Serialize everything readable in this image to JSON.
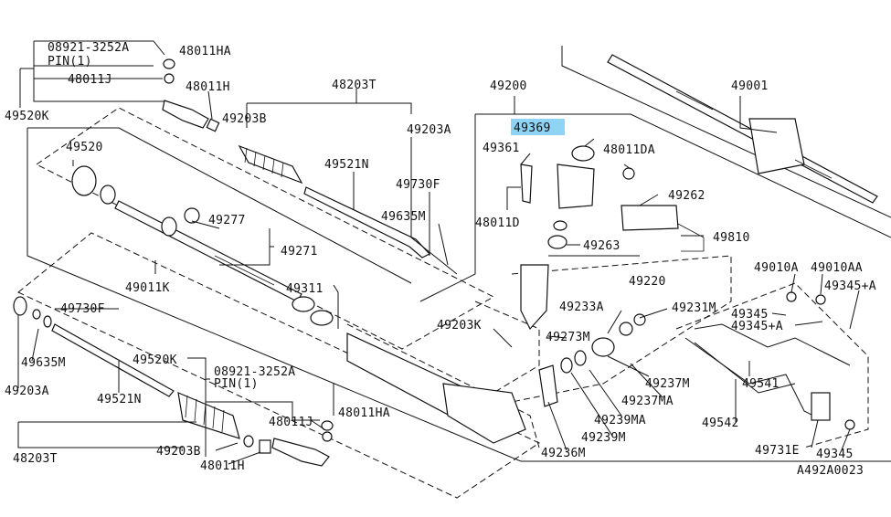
{
  "labels": {
    "p08921_top": "08921-3252A",
    "pin_top": "PIN(1)",
    "p48011HA_top": "48011HA",
    "p48011J_top": "48011J",
    "p48011H_top": "48011H",
    "p49520K_top": "49520K",
    "p48203T_top": "48203T",
    "p49203B_top": "49203B",
    "p49203A_top": "49203A",
    "p49520_top": "49520",
    "p49521N_top": "49521N",
    "p49730F_top": "49730F",
    "p49635M_top": "49635M",
    "p49277": "49277",
    "p49271": "49271",
    "p49011K": "49011K",
    "p49311": "49311",
    "p49200": "49200",
    "p49369": "49369",
    "p49361": "49361",
    "p48011DA": "48011DA",
    "p48011D": "48011D",
    "p49262": "49262",
    "p49263": "49263",
    "p49810": "49810",
    "p49220": "49220",
    "p49001": "49001",
    "p49233A": "49233A",
    "p49231M": "49231M",
    "p49273M": "49273M",
    "p49203K": "49203K",
    "p49237M": "49237M",
    "p49237MA": "49237MA",
    "p49239MA": "49239MA",
    "p49239M": "49239M",
    "p49236M": "49236M",
    "p49010A": "49010A",
    "p49010AA": "49010AA",
    "p49345A_r": "49345+A",
    "p49345_mid": "49345",
    "p49345A_mid": "49345+A",
    "p49541": "49541",
    "p49542": "49542",
    "p49731E": "49731E",
    "p49345_bot": "49345",
    "p49730F_left": "49730F",
    "p49635M_left": "49635M",
    "p49203A_left": "49203A",
    "p49521N_left": "49521N",
    "p49520K_bot": "49520K",
    "p08921_bot": "08921-3252A",
    "pin_bot": "PIN(1)",
    "p48011J_bot": "48011J",
    "p48011HA_bot": "48011HA",
    "p48203T_bot": "48203T",
    "p49203B_bot": "49203B",
    "p48011H_bot": "48011H",
    "ref_code": "A492A0023"
  },
  "highlight": {
    "part": "49369",
    "color": "#8fd3f5"
  }
}
